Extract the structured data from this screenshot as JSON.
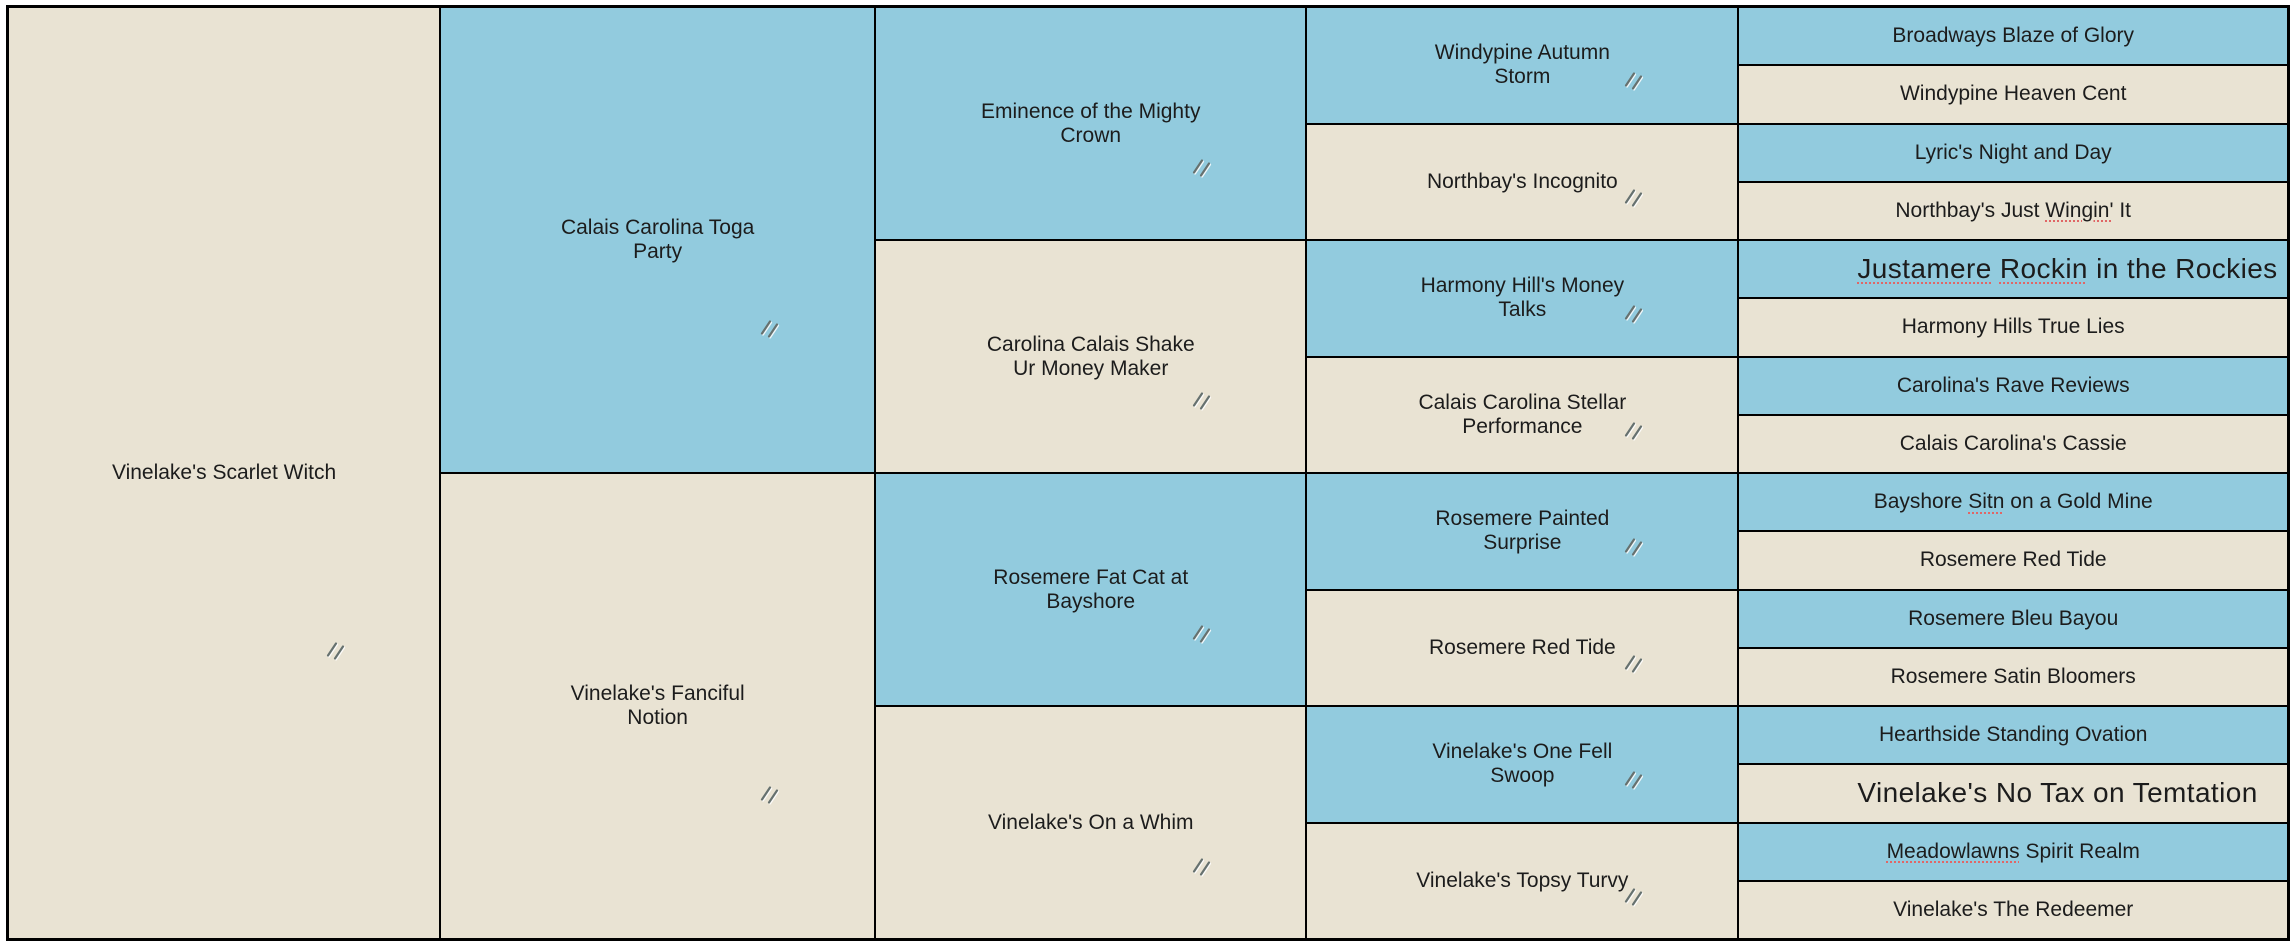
{
  "app": {
    "type": "pedigree-chart",
    "generation_columns": 5
  },
  "colors": {
    "sire_cell_bg": "#92cbde",
    "dam_cell_bg": "#e9e3d3",
    "grid_line": "#000000",
    "text": "#1c1c1c",
    "spellcheck_underline": "#e06666",
    "edit_icon": "#66716f",
    "page_bg": "#ffffff"
  },
  "pedigree": {
    "generations": [
      {
        "generation": 1,
        "has_edit_icon": true,
        "cells": [
          {
            "name": "Vinelake's Scarlet Witch"
          }
        ]
      },
      {
        "generation": 2,
        "has_edit_icon": true,
        "cells": [
          {
            "name": "Calais Carolina Toga Party"
          },
          {
            "name": "Vinelake's Fanciful Notion"
          }
        ]
      },
      {
        "generation": 3,
        "has_edit_icon": true,
        "cells": [
          {
            "name": "Eminence of the Mighty Crown"
          },
          {
            "name": "Carolina Calais Shake Ur Money Maker"
          },
          {
            "name": "Rosemere Fat Cat at Bayshore"
          },
          {
            "name": "Vinelake's On a Whim"
          }
        ]
      },
      {
        "generation": 4,
        "has_edit_icon": true,
        "cells": [
          {
            "name": "Windypine Autumn Storm"
          },
          {
            "name": "Northbay's Incognito"
          },
          {
            "name": "Harmony Hill's Money Talks"
          },
          {
            "name": "Calais Carolina Stellar Performance"
          },
          {
            "name": "Rosemere Painted Surprise"
          },
          {
            "name": "Rosemere Red Tide"
          },
          {
            "name": "Vinelake's One Fell Swoop"
          },
          {
            "name": "Vinelake's Topsy Turvy"
          }
        ]
      },
      {
        "generation": 5,
        "has_edit_icon": false,
        "cells": [
          {
            "name": "Broadways Blaze of Glory"
          },
          {
            "name": "Windypine Heaven Cent"
          },
          {
            "name": "Lyric's Night and Day"
          },
          {
            "name": "Northbay's Just Wingin' It",
            "misspelled": [
              "Wingin'"
            ]
          },
          {
            "name": "Justamere Rockin in the Rockies",
            "misspelled": [
              "Justamere",
              "Rockin"
            ],
            "clipped": true
          },
          {
            "name": "Harmony Hills True Lies"
          },
          {
            "name": "Carolina's Rave Reviews"
          },
          {
            "name": "Calais Carolina's Cassie"
          },
          {
            "name": "Bayshore Sitn on a Gold Mine",
            "misspelled": [
              "Sitn"
            ]
          },
          {
            "name": "Rosemere Red Tide"
          },
          {
            "name": "Rosemere Bleu Bayou"
          },
          {
            "name": "Rosemere Satin Bloomers"
          },
          {
            "name": "Hearthside Standing Ovation"
          },
          {
            "name": "Vinelake's No Tax on Temtation",
            "clipped": true
          },
          {
            "name": "Meadowlawns Spirit Realm",
            "misspelled": [
              "Meadowlawns"
            ]
          },
          {
            "name": "Vinelake's The Redeemer"
          }
        ]
      }
    ]
  }
}
